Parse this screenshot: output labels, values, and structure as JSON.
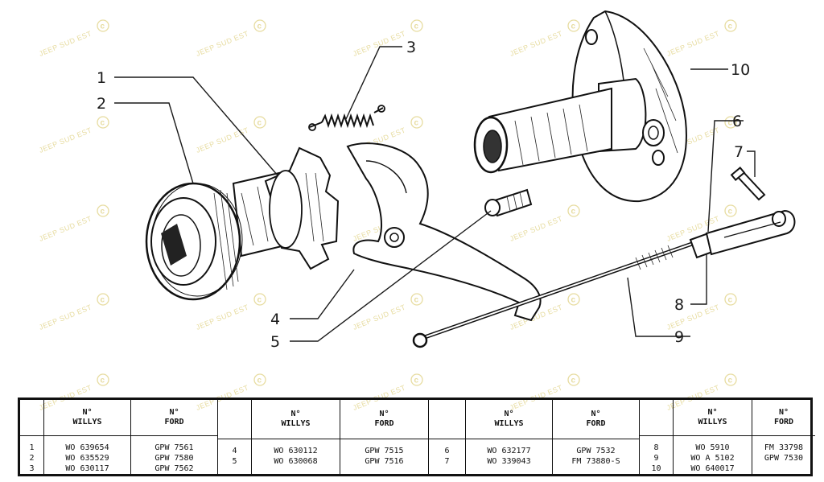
{
  "watermark": {
    "text": "JEEP SUD EST",
    "symbol": "©"
  },
  "callouts": [
    "1",
    "2",
    "3",
    "4",
    "5",
    "6",
    "7",
    "8",
    "9",
    "10"
  ],
  "table": {
    "groups": [
      {
        "header_willys": [
          "N°",
          "WILLYS"
        ],
        "header_ford": [
          "N°",
          "FORD"
        ],
        "rows": [
          {
            "n": "1",
            "willys": "WO 639654",
            "ford": "GPW 7561"
          },
          {
            "n": "2",
            "willys": "WO 635529",
            "ford": "GPW 7580"
          },
          {
            "n": "3",
            "willys": "WO 630117",
            "ford": "GPW 7562"
          }
        ]
      },
      {
        "header_willys": [
          "N°",
          "WILLYS"
        ],
        "header_ford": [
          "N°",
          "FORD"
        ],
        "rows": [
          {
            "n": "4",
            "willys": "WO 630112",
            "ford": "GPW 7515"
          },
          {
            "n": "5",
            "willys": "WO 630068",
            "ford": "GPW 7516"
          }
        ]
      },
      {
        "header_willys": [
          "N°",
          "WILLYS"
        ],
        "header_ford": [
          "N°",
          "FORD"
        ],
        "rows": [
          {
            "n": "6",
            "willys": "WO 632177",
            "ford": "GPW 7532"
          },
          {
            "n": "7",
            "willys": "WO 339043",
            "ford": "FM 73880-S"
          }
        ]
      },
      {
        "header_willys": [
          "N°",
          "WILLYS"
        ],
        "header_ford": [
          "N°",
          "FORD"
        ],
        "rows": [
          {
            "n": "8",
            "willys": "WO 5910",
            "ford": "FM 33798"
          },
          {
            "n": "9",
            "willys": "WO A 5102",
            "ford": "GPW 7530"
          },
          {
            "n": "10",
            "willys": "WO 640017",
            "ford": ""
          }
        ]
      }
    ]
  }
}
